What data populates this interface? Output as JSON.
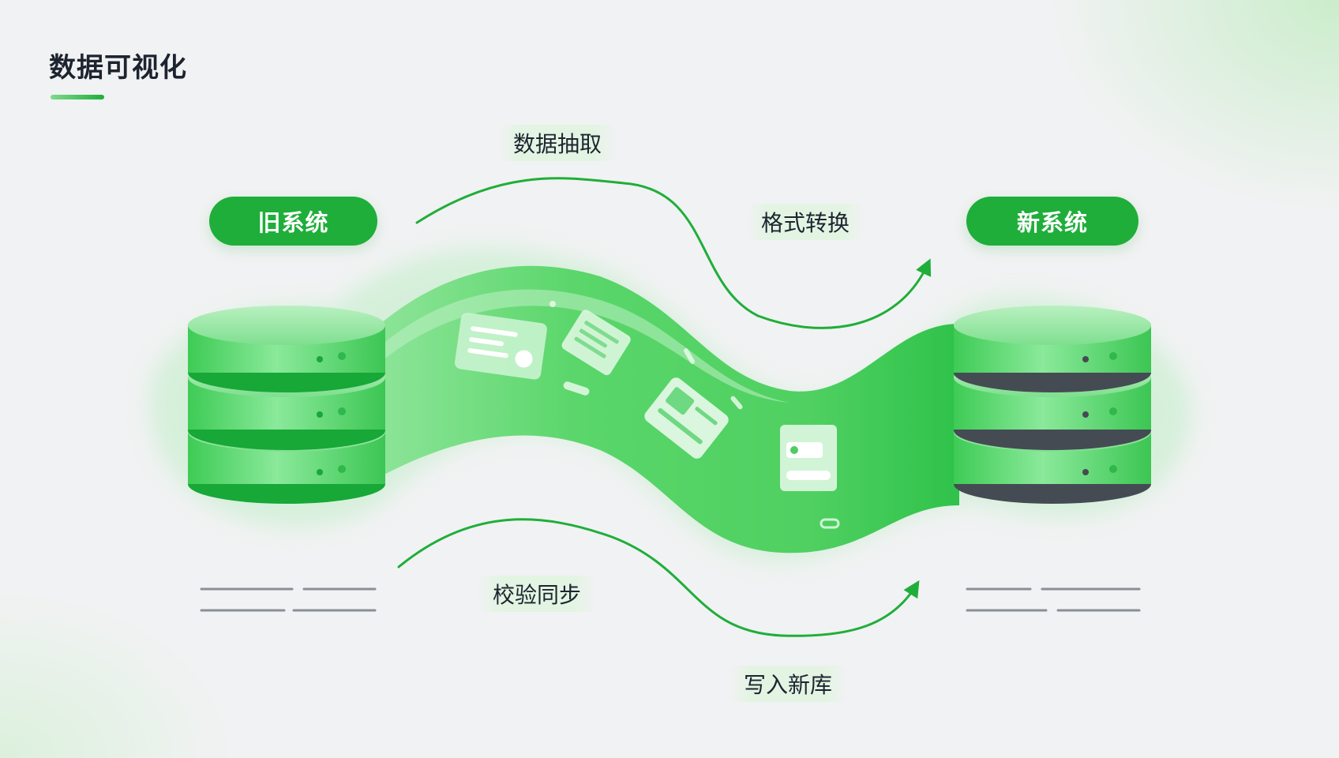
{
  "title": "数据可视化",
  "source": {
    "label": "旧系统"
  },
  "target": {
    "label": "新系统"
  },
  "steps": [
    {
      "label": "数据抽取"
    },
    {
      "label": "格式转换"
    },
    {
      "label": "校验同步"
    },
    {
      "label": "写入新库"
    }
  ],
  "colors": {
    "accent": "#1fae3a",
    "accent_light": "#5ed66d",
    "text_dark": "#1d2430",
    "db_dark_band": "#454b53"
  },
  "icons": [
    "document-card-icon",
    "chart-card-icon",
    "id-card-icon",
    "toggle-card-icon",
    "arrow-icon",
    "database-icon"
  ]
}
